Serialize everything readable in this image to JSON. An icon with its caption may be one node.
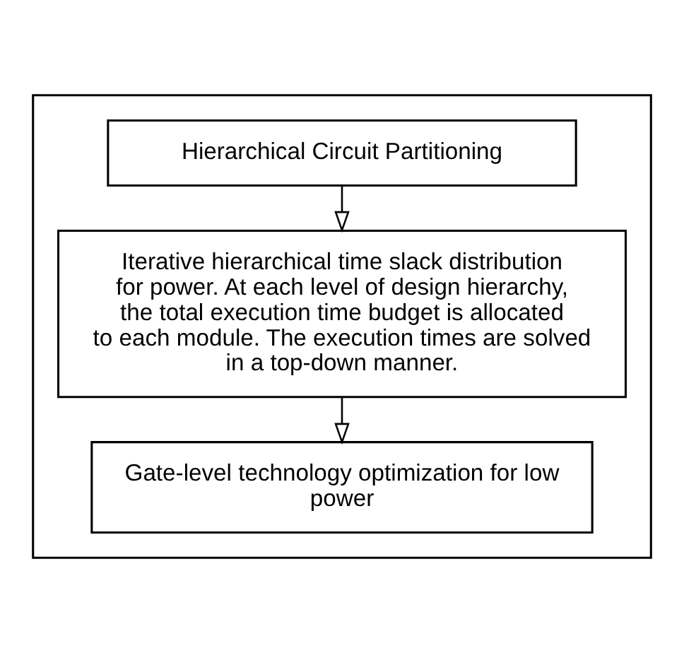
{
  "diagram": {
    "nodes": [
      {
        "text": [],
        "shape": "box"
      },
      {
        "text": [
          "Hierarchical Circuit Partitioning"
        ],
        "in": 0
      },
      {
        "text": [
          "Iterative hierarchical time slack distribution for power. At each level of design hierarchy, the total execution time budget is allocated to each module. The execution times are solved in a top-down manner."
        ],
        "in": 0
      },
      {
        "text": [
          "Gate-level technology optimization for low power"
        ],
        "in": 0
      }
    ],
    "edges": [
      {
        "from": 1,
        "to": 2,
        "arrow": "to"
      },
      {
        "from": 2,
        "to": 3,
        "arrow": "to"
      }
    ]
  }
}
